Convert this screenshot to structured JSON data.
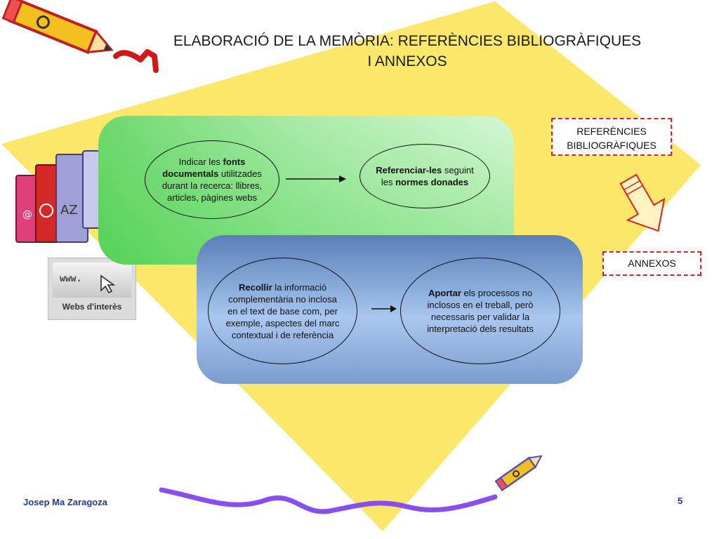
{
  "title": {
    "line1": "ELABORACIÓ DE LA MEMÒRIA: REFERÈNCIES BIBLIOGRÀFIQUES",
    "line2": "I ANNEXOS"
  },
  "green_panel": {
    "left": {
      "pre": "Indicar les ",
      "bold": "fonts documentals",
      "post": " utilitzades durant la recerca: llibres, articles, pàgines webs"
    },
    "right": {
      "bold1": "Referenciar-les",
      "mid": " seguint les ",
      "bold2": "normes donades"
    }
  },
  "blue_panel": {
    "left": {
      "bold": "Recollir",
      "post": " la informació complementària no inclosa en el text de base com, per exemple, aspectes del marc contextual i de referència"
    },
    "right": {
      "bold": "Aportar",
      "post": " els processos no inclosos en el treball, però necessaris per validar la interpretació dels resultats"
    }
  },
  "labels": {
    "references": "REFERÈNCIES BIBLIOGRÀFIQUES",
    "annexes": "ANNEXOS"
  },
  "webs_image": {
    "url_text": "www.",
    "caption": "Webs d'interès"
  },
  "books_image": {
    "spine1": "@",
    "spine2": "AZ"
  },
  "footer": {
    "author": "Josep Ma Zaragoza",
    "page": "5"
  },
  "colors": {
    "yellow": "#fbe86a",
    "green": "#7fdc7f",
    "blue": "#8fb2e0",
    "dash_red": "#e02020",
    "footer_blue": "#1f3b9a"
  }
}
